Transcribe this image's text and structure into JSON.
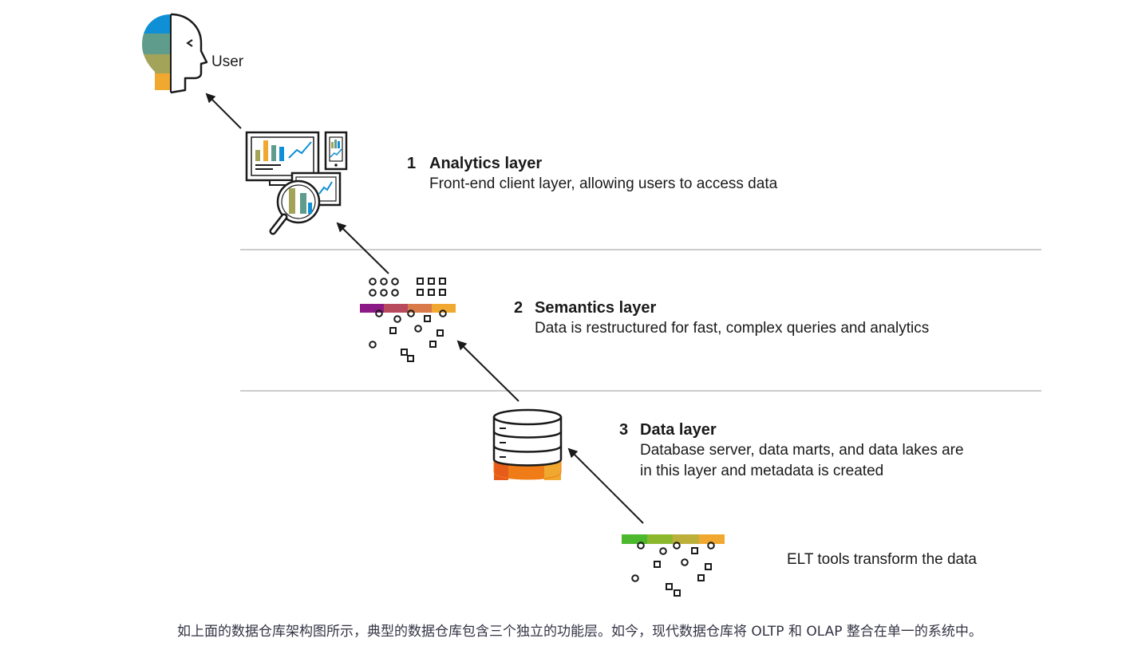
{
  "user": {
    "label": "User"
  },
  "layers": [
    {
      "number": "1",
      "title": "Analytics layer",
      "description": [
        "Front-end client layer, allowing users to access data"
      ]
    },
    {
      "number": "2",
      "title": "Semantics layer",
      "description": [
        "Data is restructured for fast, complex queries and analytics"
      ]
    },
    {
      "number": "3",
      "title": "Data layer",
      "description": [
        "Database server, data marts, and data lakes are",
        "in this layer and metadata is created"
      ]
    }
  ],
  "elt": {
    "label": "ELT tools transform the data"
  },
  "caption": "如上面的数据仓库架构图所示，典型的数据仓库包含三个独立的功能层。如今，现代数据仓库将 OLTP 和 OLAP 整合在单一的系统中。",
  "colors": {
    "blue": "#0f8fd6",
    "teal": "#5f9c8c",
    "olive": "#a3a35a",
    "amber": "#f0a830",
    "purple": "#8c1a86",
    "rose": "#b84a5e",
    "copper": "#d87a4a",
    "orange_dark": "#e65c1a",
    "orange": "#f07c18",
    "green": "#4cb82e",
    "lime": "#8cb82e",
    "khaki": "#bcb03a",
    "divider": "#cccccc",
    "stroke": "#1a1a1a"
  },
  "icons": [
    "user-head-icon",
    "analytics-devices-icon",
    "magnifier-icon",
    "semantic-shapes-icon",
    "database-icon",
    "elt-shapes-icon"
  ]
}
